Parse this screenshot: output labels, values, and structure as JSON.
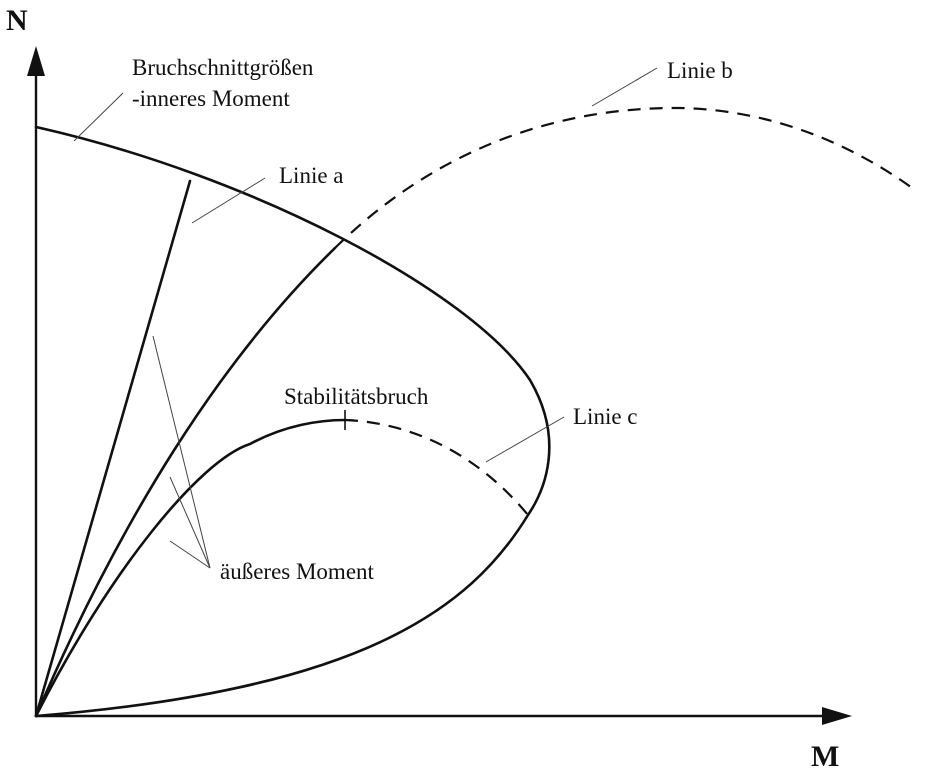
{
  "axes": {
    "y_label": "N",
    "x_label": "M"
  },
  "labels": {
    "bruch_line1": "Bruchschnittgrößen",
    "bruch_line2": "-inneres Moment",
    "linie_a": "Linie a",
    "linie_b": "Linie b",
    "linie_c": "Linie c",
    "stabilitaetsbruch": "Stabilitätsbruch",
    "aeusseres_moment": "äußeres Moment"
  }
}
